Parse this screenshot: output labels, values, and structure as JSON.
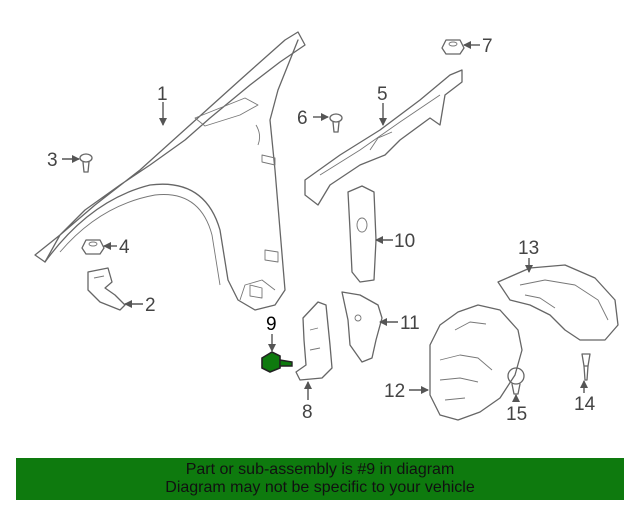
{
  "diagram": {
    "callouts": [
      "1",
      "2",
      "3",
      "4",
      "5",
      "6",
      "7",
      "8",
      "9",
      "10",
      "11",
      "12",
      "13",
      "14",
      "15"
    ],
    "highlighted_part": "9",
    "highlight_color": "#0e7a0e"
  },
  "banner": {
    "line1": "Part or sub-assembly is #9 in diagram",
    "line2": "Diagram may not be specific to your vehicle",
    "background": "#0e7a0e"
  }
}
